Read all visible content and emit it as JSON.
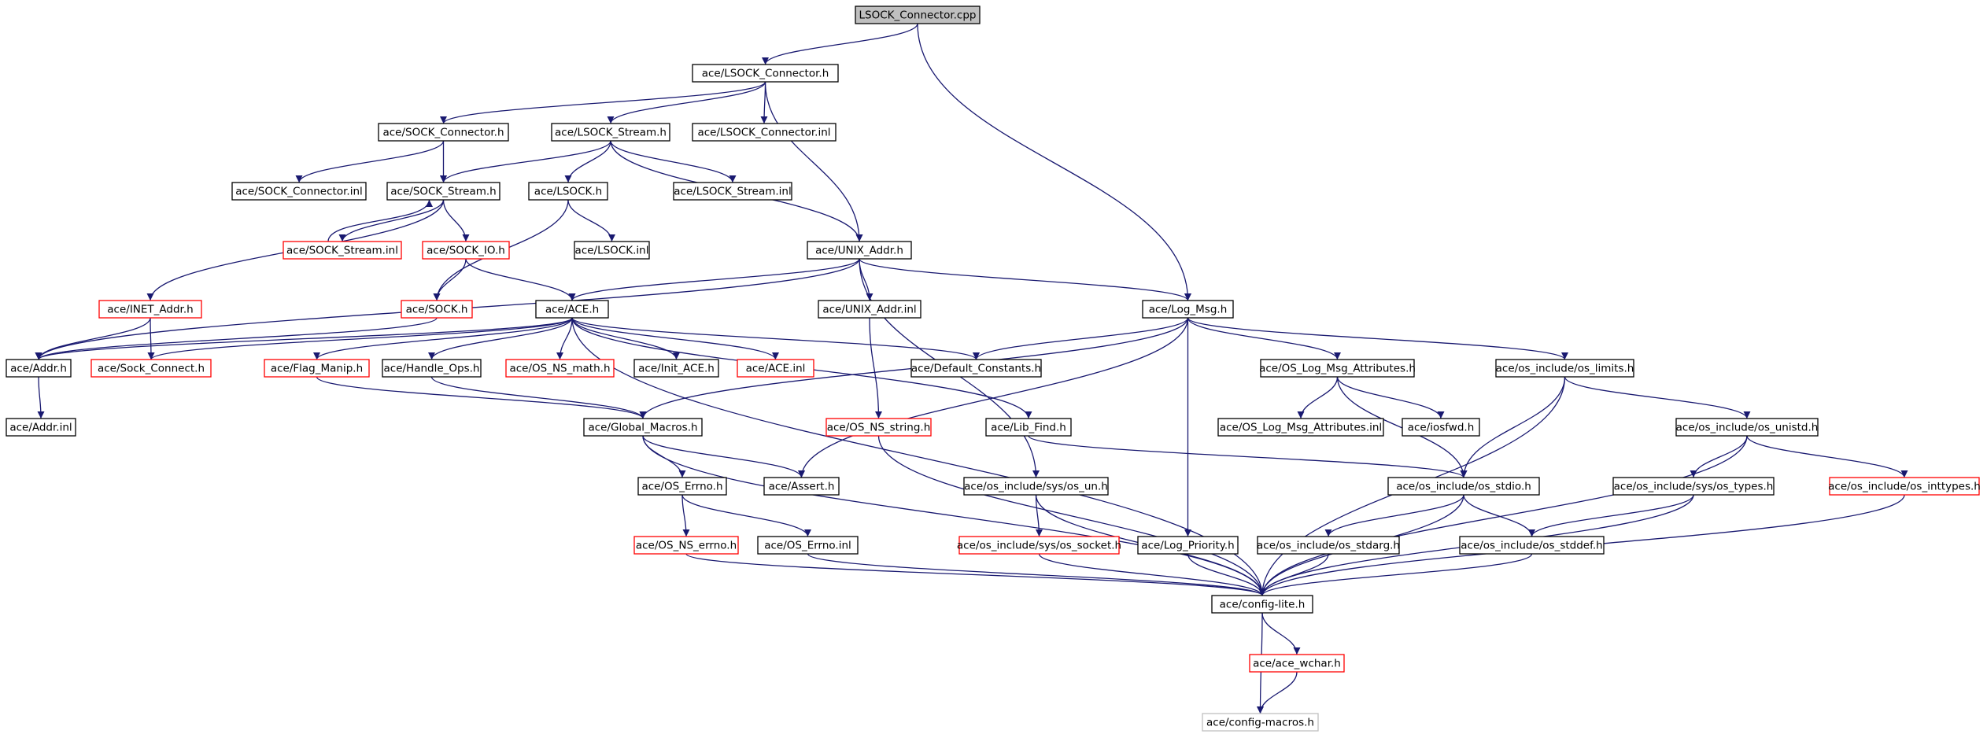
{
  "colors": {
    "edge": "#191970",
    "root_fill": "#bfbfbf",
    "node_fill": "#ffffff",
    "normal_border": "#000000",
    "truncated_border": "#ff0000",
    "external_border": "#bfbfbf",
    "text": "#000000"
  },
  "nodes": [
    {
      "id": "n1",
      "label": "LSOCK_Connector.cpp",
      "style": "root"
    },
    {
      "id": "n2",
      "label": "ace/LSOCK_Connector.h",
      "style": "normal"
    },
    {
      "id": "n3",
      "label": "ace/SOCK_Connector.h",
      "style": "normal"
    },
    {
      "id": "n4",
      "label": "ace/LSOCK_Stream.h",
      "style": "normal"
    },
    {
      "id": "n5",
      "label": "ace/LSOCK_Connector.inl",
      "style": "normal"
    },
    {
      "id": "n6",
      "label": "ace/SOCK_Connector.inl",
      "style": "normal"
    },
    {
      "id": "n7",
      "label": "ace/SOCK_Stream.h",
      "style": "normal"
    },
    {
      "id": "n8",
      "label": "ace/LSOCK.h",
      "style": "normal"
    },
    {
      "id": "n9",
      "label": "ace/LSOCK_Stream.inl",
      "style": "normal"
    },
    {
      "id": "n10",
      "label": "ace/SOCK_Stream.inl",
      "style": "truncated"
    },
    {
      "id": "n11",
      "label": "ace/SOCK_IO.h",
      "style": "truncated"
    },
    {
      "id": "n12",
      "label": "ace/LSOCK.inl",
      "style": "normal"
    },
    {
      "id": "n13",
      "label": "ace/UNIX_Addr.h",
      "style": "normal"
    },
    {
      "id": "n14",
      "label": "ace/INET_Addr.h",
      "style": "truncated"
    },
    {
      "id": "n15",
      "label": "ace/SOCK.h",
      "style": "truncated"
    },
    {
      "id": "n16",
      "label": "ace/ACE.h",
      "style": "normal"
    },
    {
      "id": "n17",
      "label": "ace/UNIX_Addr.inl",
      "style": "normal"
    },
    {
      "id": "n18",
      "label": "ace/Log_Msg.h",
      "style": "normal"
    },
    {
      "id": "n19",
      "label": "ace/Addr.h",
      "style": "normal"
    },
    {
      "id": "n20",
      "label": "ace/Sock_Connect.h",
      "style": "truncated"
    },
    {
      "id": "n21",
      "label": "ace/Flag_Manip.h",
      "style": "truncated"
    },
    {
      "id": "n22",
      "label": "ace/Handle_Ops.h",
      "style": "normal"
    },
    {
      "id": "n23",
      "label": "ace/OS_NS_math.h",
      "style": "truncated"
    },
    {
      "id": "n24",
      "label": "ace/Init_ACE.h",
      "style": "normal"
    },
    {
      "id": "n25",
      "label": "ace/ACE.inl",
      "style": "truncated"
    },
    {
      "id": "n26",
      "label": "ace/Default_Constants.h",
      "style": "normal"
    },
    {
      "id": "n27",
      "label": "ace/OS_Log_Msg_Attributes.h",
      "style": "normal"
    },
    {
      "id": "n28",
      "label": "ace/os_include/os_limits.h",
      "style": "normal"
    },
    {
      "id": "n29",
      "label": "ace/Addr.inl",
      "style": "normal"
    },
    {
      "id": "n30",
      "label": "ace/Global_Macros.h",
      "style": "normal"
    },
    {
      "id": "n31",
      "label": "ace/OS_NS_string.h",
      "style": "truncated"
    },
    {
      "id": "n32",
      "label": "ace/Lib_Find.h",
      "style": "normal"
    },
    {
      "id": "n33",
      "label": "ace/OS_Log_Msg_Attributes.inl",
      "style": "normal"
    },
    {
      "id": "n34",
      "label": "ace/iosfwd.h",
      "style": "normal"
    },
    {
      "id": "n35",
      "label": "ace/os_include/os_unistd.h",
      "style": "normal"
    },
    {
      "id": "n36",
      "label": "ace/OS_Errno.h",
      "style": "normal"
    },
    {
      "id": "n37",
      "label": "ace/Assert.h",
      "style": "normal"
    },
    {
      "id": "n38",
      "label": "ace/os_include/sys/os_un.h",
      "style": "normal"
    },
    {
      "id": "n39",
      "label": "ace/os_include/os_stdio.h",
      "style": "normal"
    },
    {
      "id": "n40",
      "label": "ace/os_include/sys/os_types.h",
      "style": "normal"
    },
    {
      "id": "n41",
      "label": "ace/os_include/os_inttypes.h",
      "style": "truncated"
    },
    {
      "id": "n42",
      "label": "ace/OS_NS_errno.h",
      "style": "truncated"
    },
    {
      "id": "n43",
      "label": "ace/OS_Errno.inl",
      "style": "normal"
    },
    {
      "id": "n44",
      "label": "ace/os_include/sys/os_socket.h",
      "style": "truncated"
    },
    {
      "id": "n45",
      "label": "ace/Log_Priority.h",
      "style": "normal"
    },
    {
      "id": "n46",
      "label": "ace/os_include/os_stdarg.h",
      "style": "normal"
    },
    {
      "id": "n47",
      "label": "ace/os_include/os_stddef.h",
      "style": "normal"
    },
    {
      "id": "n48",
      "label": "ace/config-lite.h",
      "style": "normal"
    },
    {
      "id": "n49",
      "label": "ace/ace_wchar.h",
      "style": "truncated"
    },
    {
      "id": "n50",
      "label": "ace/config-macros.h",
      "style": "external"
    }
  ],
  "edges": [
    [
      "n1",
      "n2"
    ],
    [
      "n1",
      "n18"
    ],
    [
      "n2",
      "n3"
    ],
    [
      "n2",
      "n4"
    ],
    [
      "n2",
      "n5"
    ],
    [
      "n2",
      "n13"
    ],
    [
      "n3",
      "n6"
    ],
    [
      "n3",
      "n7"
    ],
    [
      "n4",
      "n7"
    ],
    [
      "n4",
      "n8"
    ],
    [
      "n4",
      "n9"
    ],
    [
      "n4",
      "n13"
    ],
    [
      "n7",
      "n10"
    ],
    [
      "n7",
      "n11"
    ],
    [
      "n7",
      "n14"
    ],
    [
      "n10",
      "n7"
    ],
    [
      "n11",
      "n15"
    ],
    [
      "n11",
      "n16"
    ],
    [
      "n8",
      "n12"
    ],
    [
      "n8",
      "n15"
    ],
    [
      "n13",
      "n16"
    ],
    [
      "n13",
      "n17"
    ],
    [
      "n13",
      "n18"
    ],
    [
      "n13",
      "n19"
    ],
    [
      "n13",
      "n38"
    ],
    [
      "n14",
      "n19"
    ],
    [
      "n14",
      "n20"
    ],
    [
      "n15",
      "n19"
    ],
    [
      "n16",
      "n19"
    ],
    [
      "n16",
      "n20"
    ],
    [
      "n16",
      "n21"
    ],
    [
      "n16",
      "n22"
    ],
    [
      "n16",
      "n23"
    ],
    [
      "n16",
      "n24"
    ],
    [
      "n16",
      "n25"
    ],
    [
      "n16",
      "n26"
    ],
    [
      "n16",
      "n32"
    ],
    [
      "n16",
      "n48"
    ],
    [
      "n17",
      "n31"
    ],
    [
      "n18",
      "n26"
    ],
    [
      "n18",
      "n27"
    ],
    [
      "n18",
      "n28"
    ],
    [
      "n18",
      "n30"
    ],
    [
      "n18",
      "n37"
    ],
    [
      "n18",
      "n45"
    ],
    [
      "n19",
      "n29"
    ],
    [
      "n21",
      "n30"
    ],
    [
      "n22",
      "n30"
    ],
    [
      "n27",
      "n33"
    ],
    [
      "n27",
      "n34"
    ],
    [
      "n27",
      "n39"
    ],
    [
      "n28",
      "n35"
    ],
    [
      "n28",
      "n39"
    ],
    [
      "n28",
      "n48"
    ],
    [
      "n30",
      "n36"
    ],
    [
      "n30",
      "n37"
    ],
    [
      "n30",
      "n48"
    ],
    [
      "n31",
      "n48"
    ],
    [
      "n32",
      "n39"
    ],
    [
      "n35",
      "n40"
    ],
    [
      "n35",
      "n41"
    ],
    [
      "n35",
      "n48"
    ],
    [
      "n36",
      "n42"
    ],
    [
      "n36",
      "n43"
    ],
    [
      "n38",
      "n44"
    ],
    [
      "n38",
      "n48"
    ],
    [
      "n39",
      "n46"
    ],
    [
      "n39",
      "n47"
    ],
    [
      "n39",
      "n48"
    ],
    [
      "n40",
      "n47"
    ],
    [
      "n40",
      "n48"
    ],
    [
      "n41",
      "n48"
    ],
    [
      "n42",
      "n48"
    ],
    [
      "n43",
      "n48"
    ],
    [
      "n44",
      "n48"
    ],
    [
      "n45",
      "n48"
    ],
    [
      "n46",
      "n48"
    ],
    [
      "n47",
      "n48"
    ],
    [
      "n48",
      "n49"
    ],
    [
      "n48",
      "n50"
    ],
    [
      "n49",
      "n50"
    ]
  ]
}
